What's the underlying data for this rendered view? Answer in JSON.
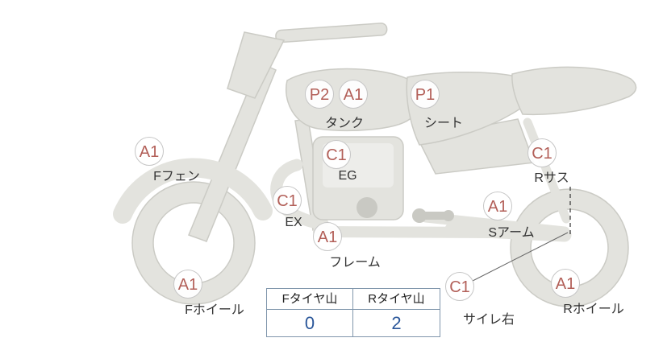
{
  "colors": {
    "code_text": "#b25f58",
    "tire_value_text": "#2b579a",
    "table_border": "#8096ac",
    "label_text": "#333333",
    "bike_fill": "#e3e3de",
    "bike_stroke": "#cbcbc5"
  },
  "annotations": [
    {
      "part": "タンク",
      "codes": [
        "P2",
        "A1"
      ]
    },
    {
      "part": "シート",
      "codes": [
        "P1"
      ]
    },
    {
      "part": "Fフェン",
      "codes": [
        "A1"
      ]
    },
    {
      "part": "EG",
      "codes": [
        "C1"
      ]
    },
    {
      "part": "Rサス",
      "codes": [
        "C1"
      ]
    },
    {
      "part": "EX",
      "codes": [
        "C1"
      ]
    },
    {
      "part": "Sアーム",
      "codes": [
        "A1"
      ]
    },
    {
      "part": "フレーム",
      "codes": [
        "A1"
      ]
    },
    {
      "part": "Fホイール",
      "codes": [
        "A1"
      ]
    },
    {
      "part": "Rホイール",
      "codes": [
        "A1"
      ]
    },
    {
      "part": "サイレ右",
      "codes": [
        "C1"
      ]
    }
  ],
  "tire_table": {
    "headers": [
      "Fタイヤ山",
      "Rタイヤ山"
    ],
    "values": [
      "0",
      "2"
    ]
  }
}
